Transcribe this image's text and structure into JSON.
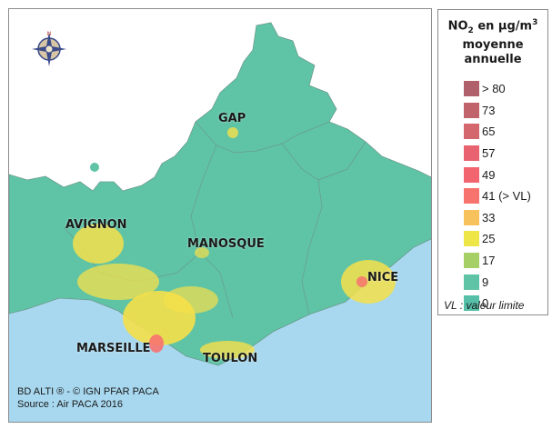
{
  "map": {
    "cities": [
      {
        "id": "gap",
        "name": "GAP"
      },
      {
        "id": "avignon",
        "name": "AVIGNON"
      },
      {
        "id": "manosque",
        "name": "MANOSQUE"
      },
      {
        "id": "nice",
        "name": "NICE"
      },
      {
        "id": "marseille",
        "name": "MARSEILLE"
      },
      {
        "id": "toulon",
        "name": "TOULON"
      }
    ],
    "credits": {
      "line1": "BD ALTI ® - © IGN PFAR PACA",
      "line2": "Source : Air PACA 2016"
    },
    "compass_north": "N",
    "colors": {
      "region": "#5fc4a6",
      "sea": "#a8d8ef",
      "border": "#6a9a8c",
      "hotspot": "#f5e04a"
    }
  },
  "legend": {
    "title_main": "NO",
    "title_sub": "2",
    "title_unit": " en µg/m",
    "title_sup": "3",
    "title_line2": "moyenne",
    "title_line3": "annuelle",
    "items": [
      {
        "label": "> 80",
        "color": "#b0606a"
      },
      {
        "label": "73",
        "color": "#c0636b"
      },
      {
        "label": "65",
        "color": "#d4676d"
      },
      {
        "label": "57",
        "color": "#e8636f"
      },
      {
        "label": "49",
        "color": "#f2646e"
      },
      {
        "label": "41 (> VL)",
        "color": "#f7736e"
      },
      {
        "label": "33",
        "color": "#f7c25c"
      },
      {
        "label": "25",
        "color": "#eee646"
      },
      {
        "label": "17",
        "color": "#a6d066"
      },
      {
        "label": "9",
        "color": "#5fc4a6"
      },
      {
        "label": "0",
        "color": "#55bfa8"
      }
    ],
    "note": "VL : valeur limite"
  }
}
